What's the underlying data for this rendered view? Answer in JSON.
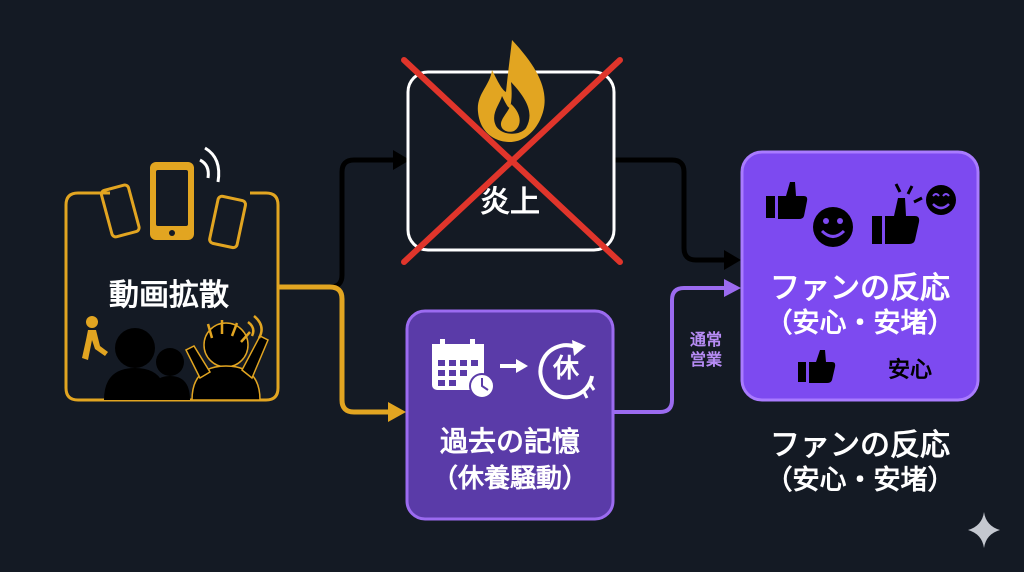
{
  "nodes": {
    "spread": {
      "label": "動画拡散"
    },
    "fire": {
      "label": "炎上"
    },
    "memory": {
      "label": "過去の記憶",
      "sub": "（休養騒動）",
      "icon_char": "休"
    },
    "fan_box": {
      "label": "ファンの反応",
      "sub": "（安心・安堵）",
      "badge": "安心"
    }
  },
  "edges": {
    "routine": {
      "line1": "通常",
      "line2": "営業"
    }
  },
  "outcome": {
    "label": "ファンの反応",
    "sub": "（安心・安堵）"
  },
  "colors": {
    "background": "#141a24",
    "spread": "#e2a521",
    "fire_box": "#ffffff",
    "cross": "#e0352b",
    "purple_fill": "#5a3ba8",
    "purple_border": "#9b6bf0",
    "fan_fill": "#7d4af0",
    "fan_border": "#a97bff"
  },
  "icons": [
    "smartphone-icon",
    "flame-icon",
    "walking-person-icon",
    "crowd-icon",
    "calendar-icon",
    "clock-icon",
    "arrow-right-icon",
    "rest-cycle-icon",
    "thumbs-up-icon",
    "smiley-icon",
    "sparkle-icon"
  ]
}
